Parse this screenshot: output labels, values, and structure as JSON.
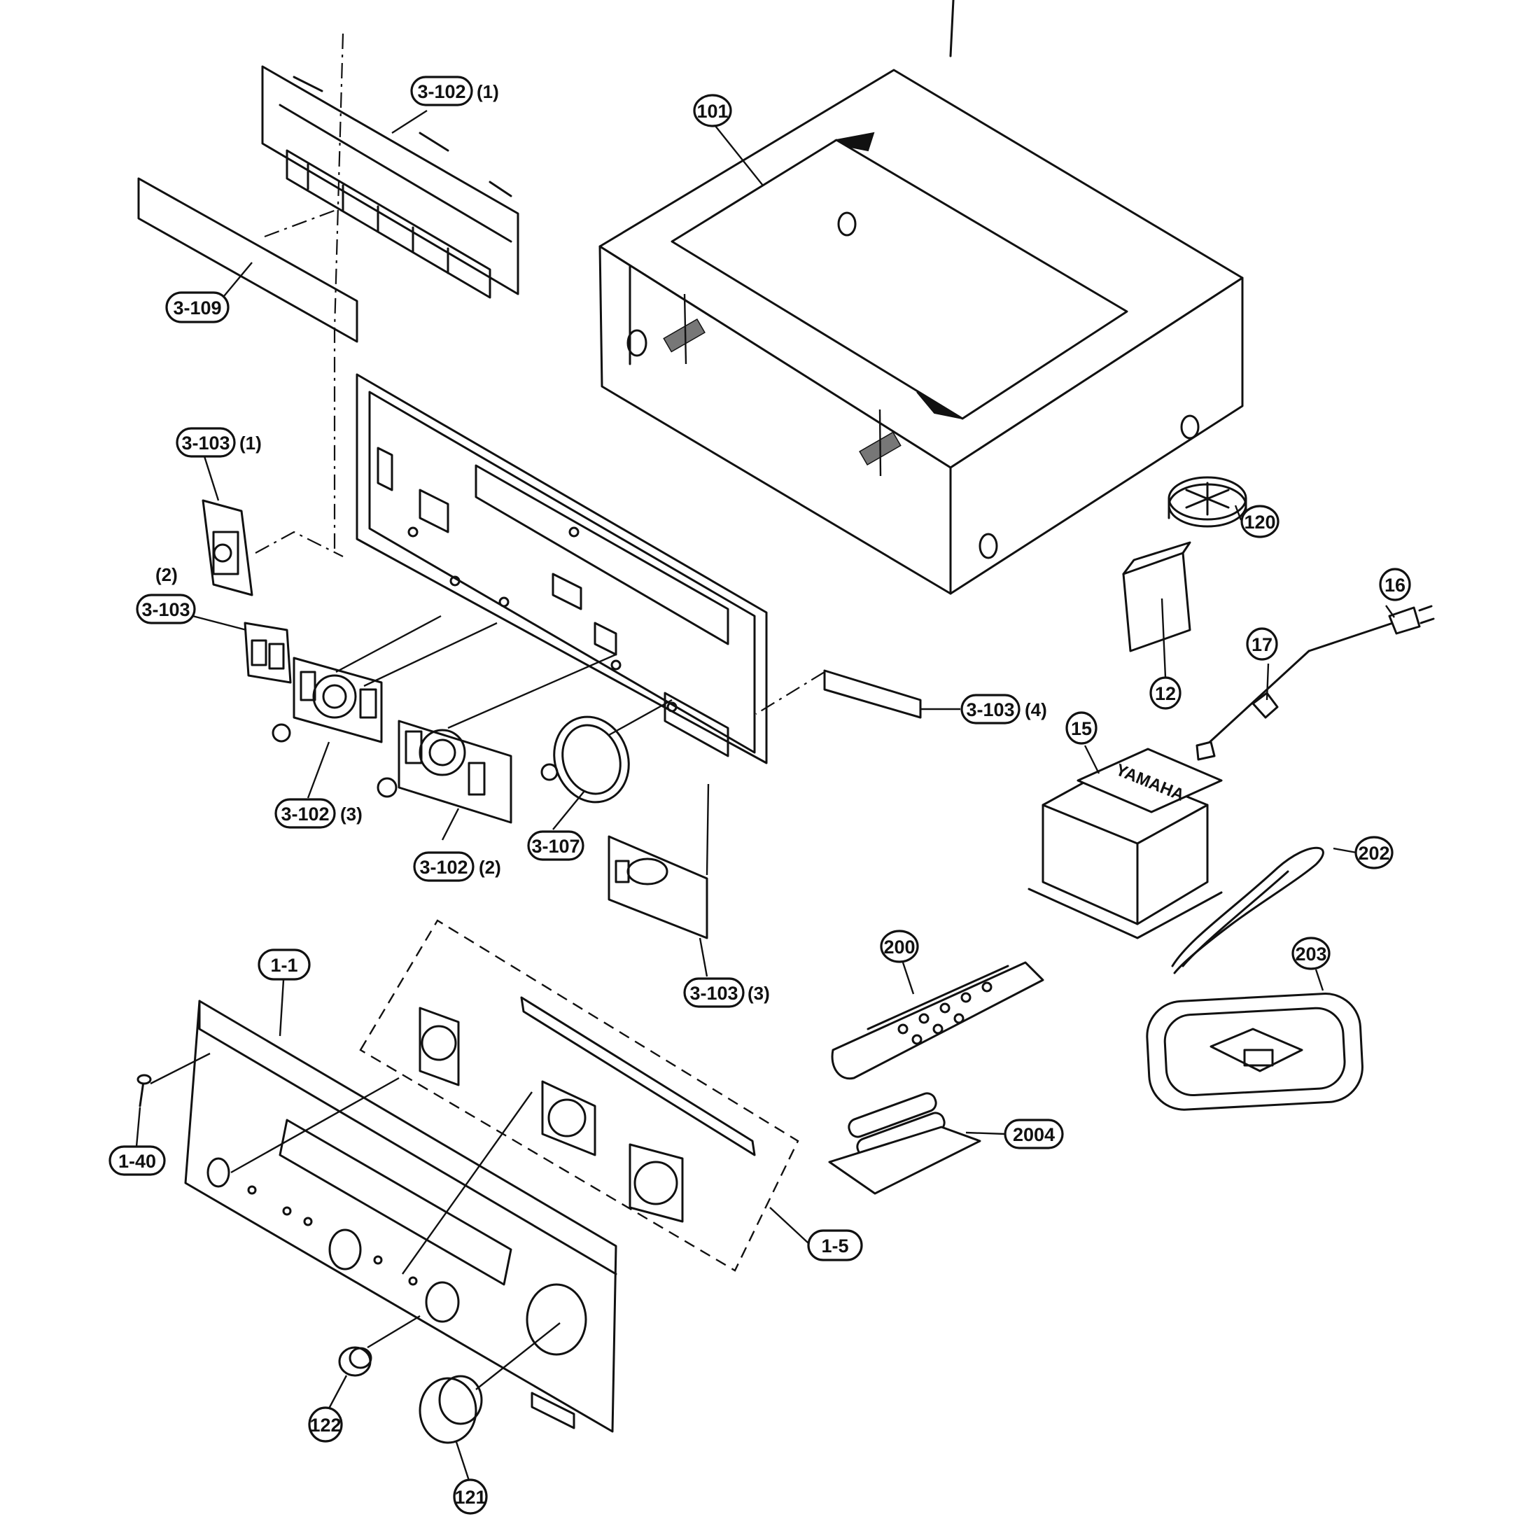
{
  "callouts": [
    {
      "id": "c-3-102-1",
      "text": "3-102",
      "suffix": "(1)"
    },
    {
      "id": "c-101",
      "text": "101",
      "suffix": ""
    },
    {
      "id": "c-3-109",
      "text": "3-109",
      "suffix": ""
    },
    {
      "id": "c-3-103-1",
      "text": "3-103",
      "suffix": "(1)"
    },
    {
      "id": "c-3-103-2",
      "text": "3-103",
      "prefix": "(2)"
    },
    {
      "id": "c-120",
      "text": "120",
      "suffix": ""
    },
    {
      "id": "c-16",
      "text": "16",
      "suffix": ""
    },
    {
      "id": "c-17",
      "text": "17",
      "suffix": ""
    },
    {
      "id": "c-12",
      "text": "12",
      "suffix": ""
    },
    {
      "id": "c-3-103-4",
      "text": "3-103",
      "suffix": "(4)"
    },
    {
      "id": "c-15",
      "text": "15",
      "suffix": ""
    },
    {
      "id": "c-3-102-3",
      "text": "3-102",
      "suffix": "(3)"
    },
    {
      "id": "c-3-102-2",
      "text": "3-102",
      "suffix": "(2)"
    },
    {
      "id": "c-3-107",
      "text": "3-107",
      "suffix": ""
    },
    {
      "id": "c-202",
      "text": "202",
      "suffix": ""
    },
    {
      "id": "c-200",
      "text": "200",
      "suffix": ""
    },
    {
      "id": "c-203",
      "text": "203",
      "suffix": ""
    },
    {
      "id": "c-1-1",
      "text": "1-1",
      "suffix": ""
    },
    {
      "id": "c-3-103-3",
      "text": "3-103",
      "suffix": "(3)"
    },
    {
      "id": "c-1-40",
      "text": "1-40",
      "suffix": ""
    },
    {
      "id": "c-200-4",
      "text": "2004",
      "suffix": ""
    },
    {
      "id": "c-1-5",
      "text": "1-5",
      "suffix": ""
    },
    {
      "id": "c-122",
      "text": "122",
      "suffix": ""
    },
    {
      "id": "c-121",
      "text": "121",
      "suffix": ""
    }
  ],
  "transformer_brand": "YAMAHA"
}
